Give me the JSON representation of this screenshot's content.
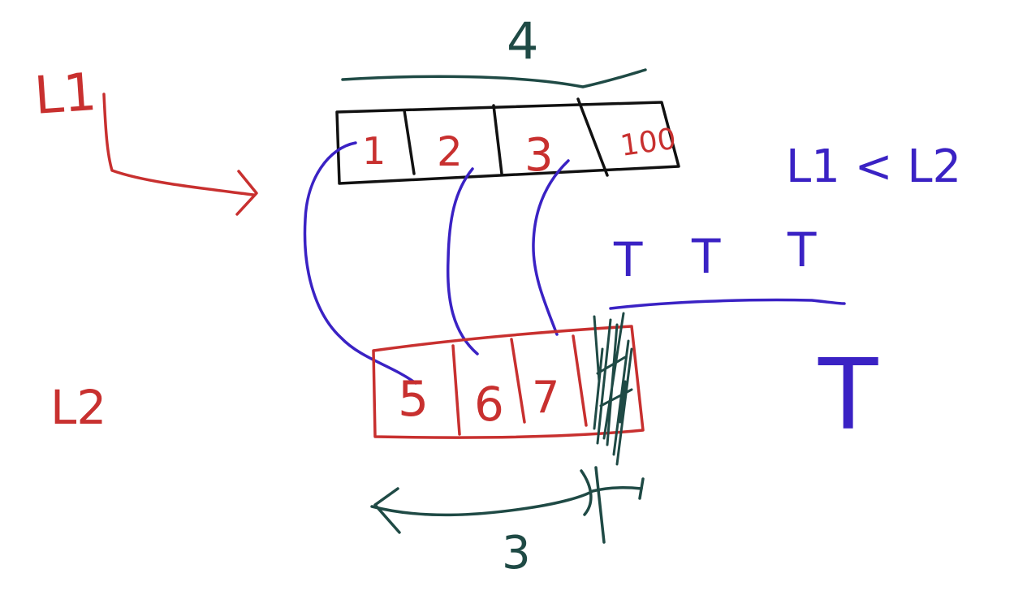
{
  "labels": {
    "list1": "L1",
    "list2": "L2",
    "top_width": "4",
    "bottom_width": "3",
    "condition": "L1 < L2",
    "result_true_1": "T",
    "result_true_2": "T",
    "result_true_3": "T",
    "result_final": "T"
  },
  "list1_cells": [
    "1",
    "2",
    "3",
    "100"
  ],
  "list2_cells": [
    "5",
    "6",
    "7",
    ""
  ],
  "colors": {
    "red": "#c8302f",
    "blue": "#3a22c4",
    "teal": "#1f4a45",
    "black": "#111111"
  }
}
